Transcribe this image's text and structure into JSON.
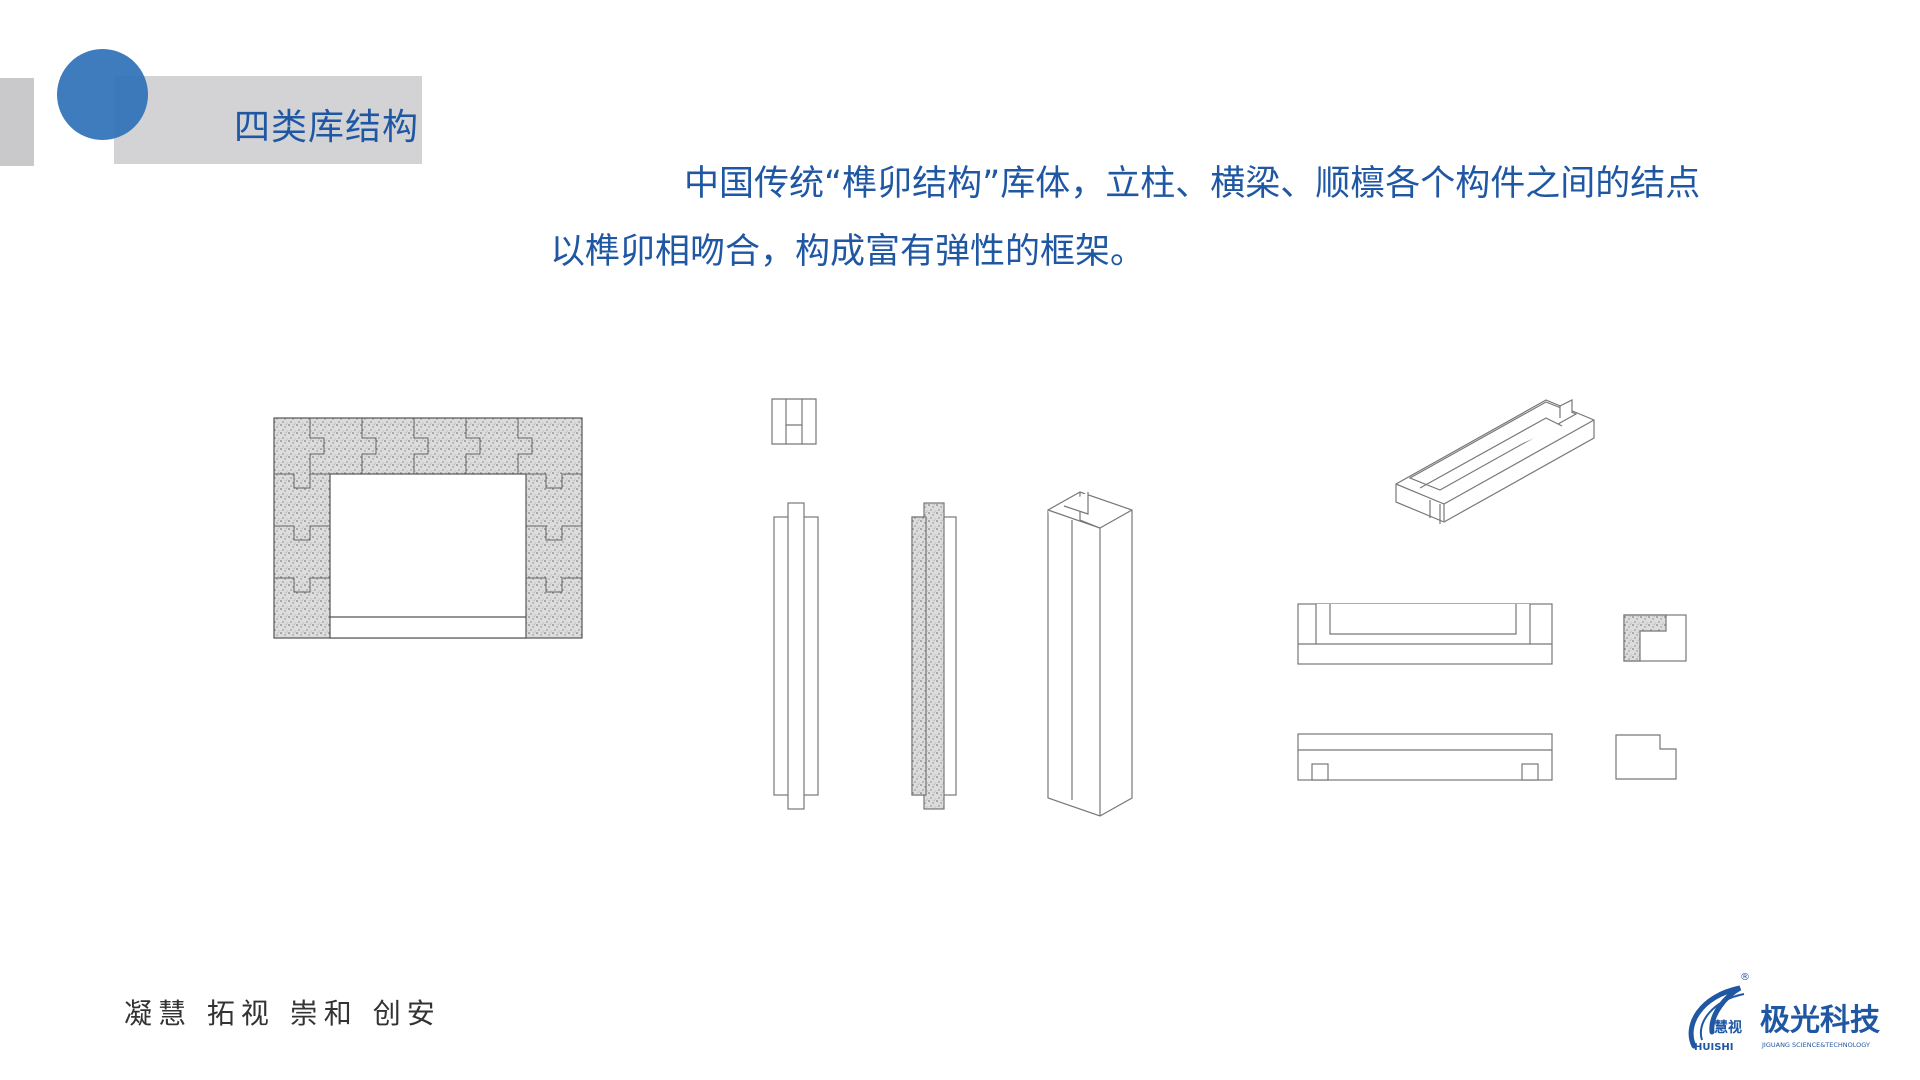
{
  "header": {
    "section_title": "四类库结构"
  },
  "intro": {
    "text": "中国传统“榫卯结构”库体，立柱、横梁、顺檩各个构件之间的结点以榫卯相吻合，构成富有弹性的框架。"
  },
  "footer": {
    "slogan": "凝慧 拓视 崇和 创安",
    "logo": {
      "brand_cn": "极光科技",
      "sub_cn": "慧视",
      "sub_en": "HUISHI",
      "tagline_en": "JIGUANG SCIENCE&TECHNOLOGY"
    }
  },
  "colors": {
    "accent_blue": "#1f57a3",
    "circle_blue": "#2f72b8",
    "band_gray": "#d3d3d5"
  }
}
